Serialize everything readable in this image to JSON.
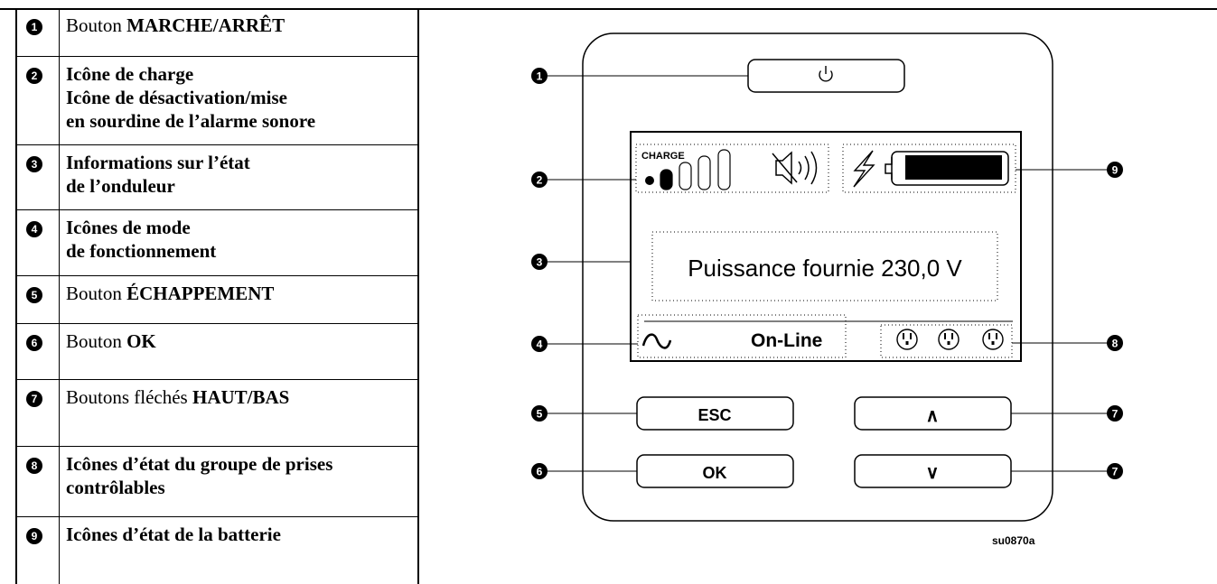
{
  "legend": [
    {
      "num": "1",
      "pre": "Bouton ",
      "bold": "MARCHE/ARRÊT",
      "all_bold": false
    },
    {
      "num": "2",
      "lines": [
        "Icône de charge",
        "Icône de désactivation/mise",
        "en sourdine de l’alarme sonore"
      ],
      "all_bold": true
    },
    {
      "num": "3",
      "lines": [
        "Informations sur l’état",
        "de l’onduleur"
      ],
      "all_bold": true
    },
    {
      "num": "4",
      "lines": [
        "Icônes de mode",
        "de fonctionnement"
      ],
      "all_bold": true
    },
    {
      "num": "5",
      "pre": "Bouton ",
      "bold": "ÉCHAPPEMENT",
      "all_bold": false
    },
    {
      "num": "6",
      "pre": "Bouton ",
      "bold": "OK",
      "all_bold": false
    },
    {
      "num": "7",
      "pre": "Boutons fléchés ",
      "bold": "HAUT/BAS",
      "all_bold": false
    },
    {
      "num": "8",
      "lines": [
        "Icônes d’état du groupe de prises",
        "contrôlables"
      ],
      "all_bold": true
    },
    {
      "num": "9",
      "lines": [
        "Icônes d’état de la batterie"
      ],
      "all_bold": true
    }
  ],
  "panel": {
    "charge_label": "CHARGE",
    "status_text": "Puissance fournie 230,0 V",
    "mode_text": "On-Line",
    "esc_label": "ESC",
    "ok_label": "OK",
    "up_label": "∧",
    "down_label": "∨",
    "figure_id": "su0870a"
  },
  "callouts": [
    "1",
    "2",
    "3",
    "4",
    "5",
    "6",
    "7",
    "7",
    "8",
    "9"
  ]
}
